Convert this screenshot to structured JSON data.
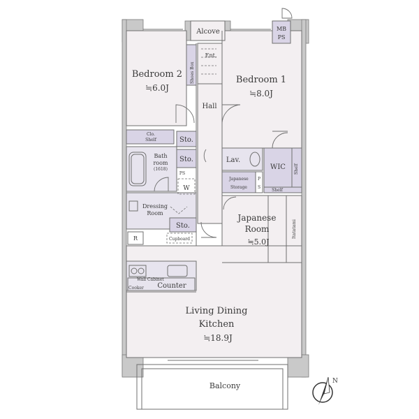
{
  "rooms": {
    "bedroom2": {
      "name": "Bedroom 2",
      "size": "≒6.0J"
    },
    "bedroom1": {
      "name": "Bedroom 1",
      "size": "≒8.0J"
    },
    "japanese_room": {
      "name_line1": "Japanese",
      "name_line2": "Room",
      "size": "≒5.0J"
    },
    "ldk": {
      "name_line1": "Living Dining",
      "name_line2": "Kitchen",
      "size": "≒18.9J"
    },
    "bathroom": {
      "name_line1": "Bath",
      "name_line2": "room",
      "code": "(1618)"
    },
    "dressing_room": {
      "name_line1": "Dressing",
      "name_line2": "Room"
    },
    "balcony": "Balcony",
    "hall": "Hall",
    "alcove": "Alcove",
    "entrance": "Ent.",
    "shoes_box": "Shoes Box",
    "mb_ps": {
      "line1": "MB",
      "line2": "PS"
    }
  },
  "fixtures": {
    "sto": "Sto.",
    "lav": "Lav.",
    "wic": "WIC",
    "japanese_storage": {
      "line1": "Japanese",
      "line2": "Storage"
    },
    "ps": {
      "line1": "P",
      "line2": "S"
    },
    "washer": "W",
    "fridge": "R",
    "cupboard": "Cupboard",
    "counter": "Counter",
    "itatatami": "Itatatami",
    "shelf": "Shelf",
    "clo": "Clo.",
    "wall_cabinet": "Wall Cabinet",
    "cooker": "Cooker",
    "bath_ps": "PS"
  },
  "compass": {
    "label": "N"
  }
}
